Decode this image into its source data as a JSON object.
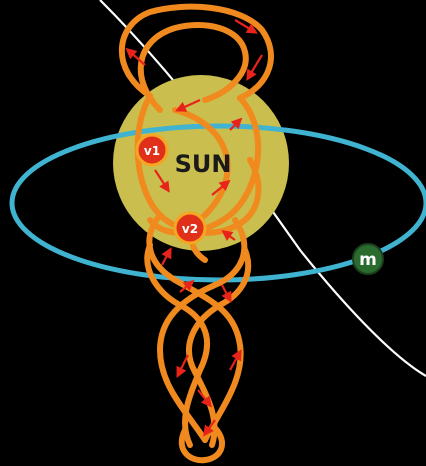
{
  "sun": {
    "label": "SUN",
    "fill": "#c9be4e",
    "text_color": "#1a1a1a"
  },
  "orbit": {
    "color": "#3fb3cf"
  },
  "diagonal_line": {
    "color": "#ffffff"
  },
  "braid": {
    "color": "#f08a1e",
    "arrow_color": "#e8231a"
  },
  "bodies": {
    "v1": {
      "label": "v1",
      "fill": "#e0301a",
      "ring": "#f6a623"
    },
    "v2": {
      "label": "v2",
      "fill": "#e0301a",
      "ring": "#f6a623"
    },
    "m": {
      "label": "m",
      "fill": "#2a6b2e",
      "ring": "#1c3f1e"
    }
  }
}
